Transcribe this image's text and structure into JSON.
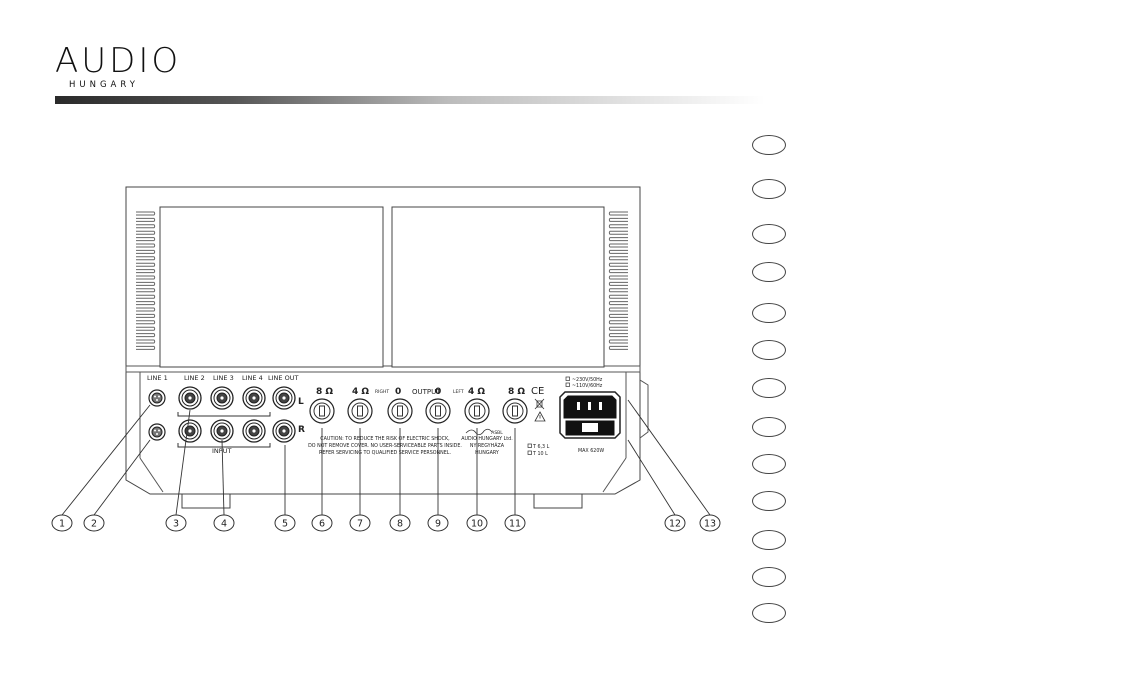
{
  "brand": {
    "logo_text": "AUDIO",
    "logo_subtext": "HUNGARY"
  },
  "panel": {
    "line_inputs": [
      "LINE 1",
      "LINE 2",
      "LINE 3",
      "LINE 4",
      "LINE OUT"
    ],
    "channel_left": "L",
    "channel_right": "R",
    "input_label": "INPUT",
    "speaker_terminals": [
      "8 Ω",
      "4 Ω",
      "0",
      "0",
      "4 Ω",
      "8 Ω"
    ],
    "right_label": "RIGHT",
    "output_label": "OUTPUT",
    "left_label": "LEFT",
    "ce_mark": "CE",
    "caution_lines": [
      "CAUTION: TO REDUCE THE RISK OF ELECTRIC SHOCK,",
      "DO NOT REMOVE COVER. NO USER-SERVICEABLE PARTS INSIDE.",
      "REFER SERVICING TO QUALIFIED SERVICE PERSONNEL."
    ],
    "maker_lines": [
      "AUDIO HUNGARY Ltd.",
      "NYIREGYHÁZA",
      "HUNGARY"
    ],
    "signature": "ASBL",
    "voltage_230": "~230V/50Hz",
    "voltage_110": "~110V/60Hz",
    "fuse_1": "T 6,3 L",
    "fuse_2": "T 10 L",
    "max_power": "MAX 620W"
  },
  "callouts": [
    "1",
    "2",
    "3",
    "4",
    "5",
    "6",
    "7",
    "8",
    "9",
    "10",
    "11",
    "12",
    "13"
  ],
  "legend_count": 13
}
